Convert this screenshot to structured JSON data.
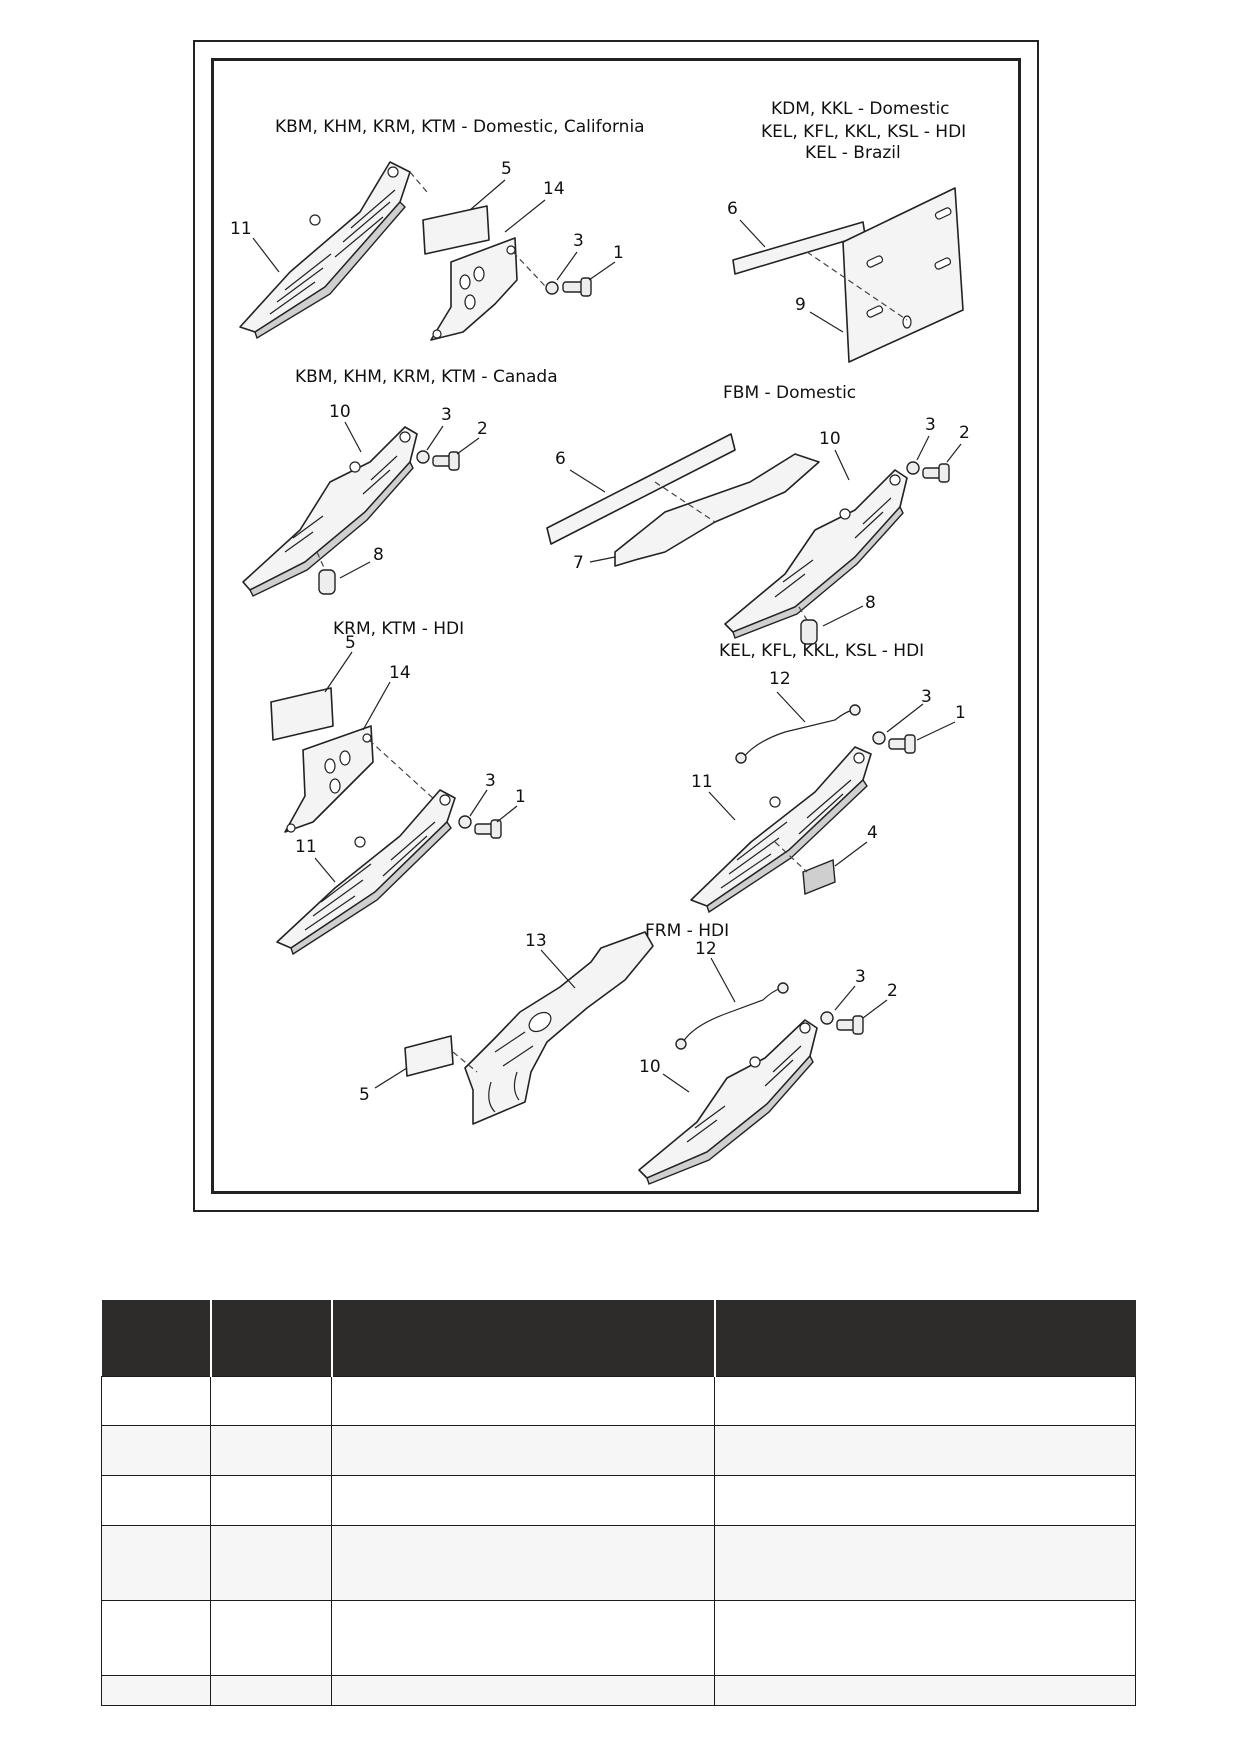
{
  "diagram": {
    "groups": [
      {
        "id": "g1",
        "label": "KBM, KHM, KRM, KTM - Domestic, California"
      },
      {
        "id": "g2",
        "label_lines": [
          "KDM, KKL - Domestic",
          "KEL, KFL, KKL, KSL - HDI",
          "KEL - Brazil"
        ]
      },
      {
        "id": "g3",
        "label": "KBM, KHM, KRM, KTM - Canada"
      },
      {
        "id": "g4",
        "label": "FBM - Domestic"
      },
      {
        "id": "g5",
        "label": "KRM, KTM - HDI"
      },
      {
        "id": "g6",
        "label": "KEL, KFL, KKL, KSL - HDI"
      },
      {
        "id": "g7",
        "label": "FRM - HDI"
      }
    ],
    "callouts": {
      "g1": [
        "11",
        "5",
        "14",
        "3",
        "1"
      ],
      "g2": [
        "6",
        "9"
      ],
      "g3": [
        "10",
        "3",
        "2",
        "8"
      ],
      "g4": [
        "6",
        "7",
        "10",
        "3",
        "2",
        "8"
      ],
      "g5": [
        "5",
        "14",
        "3",
        "1",
        "11"
      ],
      "g6": [
        "12",
        "3",
        "1",
        "11",
        "4"
      ],
      "g7": [
        "13",
        "12",
        "3",
        "2",
        "10",
        "5"
      ]
    }
  },
  "table": {
    "header": [
      "",
      "",
      "",
      ""
    ],
    "rows": [
      [
        "",
        "",
        "",
        ""
      ],
      [
        "",
        "",
        "",
        ""
      ],
      [
        "",
        "",
        "",
        ""
      ],
      [
        "",
        "",
        "",
        ""
      ],
      [
        "",
        "",
        "",
        ""
      ],
      [
        "",
        "",
        "",
        ""
      ]
    ]
  }
}
